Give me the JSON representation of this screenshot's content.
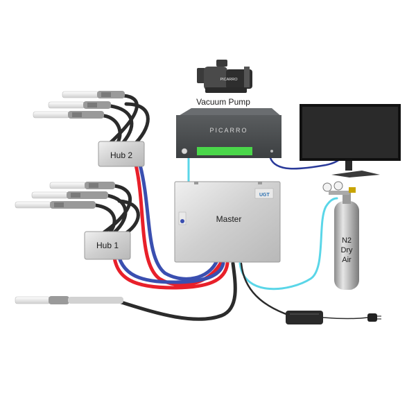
{
  "labels": {
    "vacuum_pump": "Vacuum Pump",
    "analyzer_brand": "PICARRO",
    "pump_brand": "PICARRO",
    "hub2": "Hub 2",
    "hub1": "Hub 1",
    "master": "Master",
    "master_brand": "UGT",
    "gas_line1": "N2",
    "gas_line2": "Dry",
    "gas_line3": "Air"
  },
  "colors": {
    "tube_dark": "#2b2b2b",
    "tube_red": "#e8202a",
    "tube_blue": "#3a4fb0",
    "tube_cyan": "#5ad6e8",
    "analyzer_green": "#4ad64a",
    "box_metal": "#d6d6d6"
  }
}
